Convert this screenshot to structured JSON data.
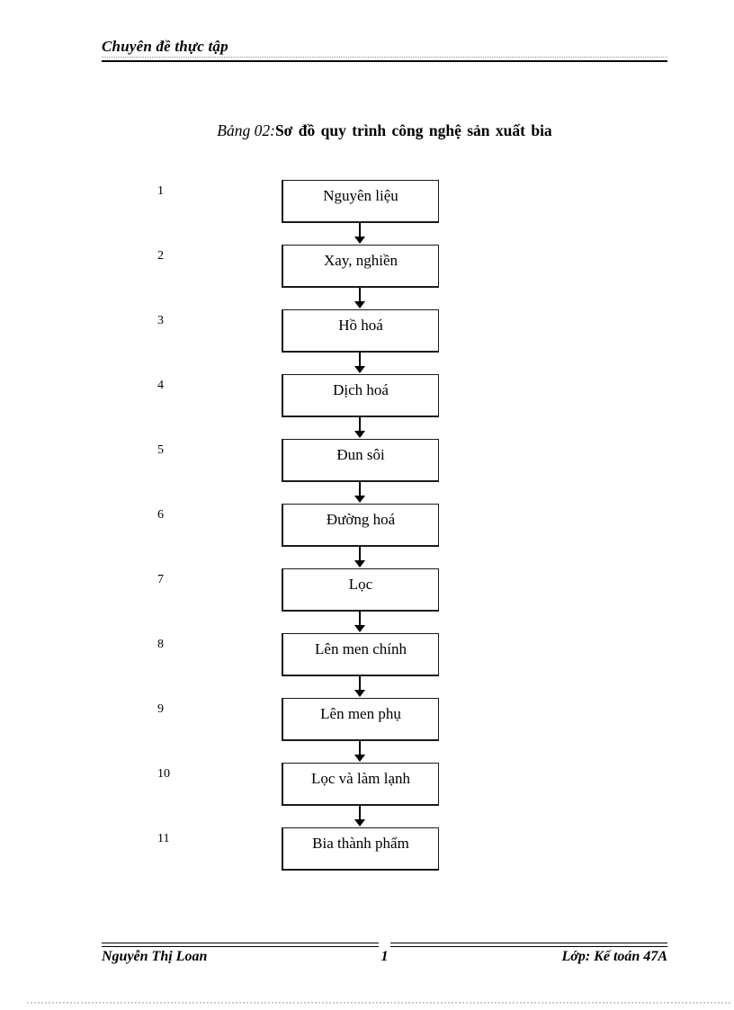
{
  "header": {
    "title": "Chuyên đề thực tập"
  },
  "caption": {
    "prefix": "Bảng 02:",
    "text": "Sơ đồ quy trình công nghệ sản xuất bia"
  },
  "flowchart": {
    "steps": [
      {
        "num": "1",
        "label": "Nguyên liệu"
      },
      {
        "num": "2",
        "label": "Xay, nghiền"
      },
      {
        "num": "3",
        "label": "Hồ hoá"
      },
      {
        "num": "4",
        "label": "Dịch hoá"
      },
      {
        "num": "5",
        "label": "Đun sôi"
      },
      {
        "num": "6",
        "label": "Đường hoá"
      },
      {
        "num": "7",
        "label": "Lọc"
      },
      {
        "num": "8",
        "label": "Lên men chính"
      },
      {
        "num": "9",
        "label": "Lên men phụ"
      },
      {
        "num": "10",
        "label": "Lọc và làm lạnh"
      },
      {
        "num": "11",
        "label": "Bia thành phẩm"
      }
    ]
  },
  "footer": {
    "author": "Nguyễn Thị Loan",
    "page_number": "1",
    "class_label": "Lớp: Kế toán 47A"
  },
  "colors": {
    "ink": "#000000",
    "box_border": "#1a1a1a",
    "bottom_dotted_line": "#c6cfd4"
  }
}
